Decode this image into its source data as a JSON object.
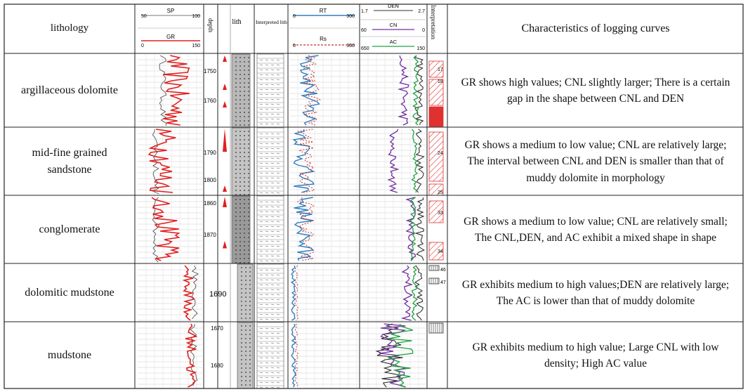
{
  "header": {
    "lithology": "lithology",
    "depth": "depth",
    "lith": "lith",
    "interpreted_lith": "Interpreted lith",
    "interpretation": "Interpretation",
    "characteristics": "Characteristics of logging curves",
    "tracks": {
      "sp": {
        "name": "SP",
        "min": "50",
        "max": "100"
      },
      "gr": {
        "name": "GR",
        "min": "0",
        "max": "150"
      },
      "rt": {
        "name": "RT",
        "min": "0",
        "max": "300"
      },
      "rs": {
        "name": "Rs",
        "min": "0",
        "max": "300"
      },
      "den": {
        "name": "DEN",
        "min": "1.7",
        "max": "2.7"
      },
      "cn": {
        "name": "CN",
        "min": "60",
        "max": "0"
      },
      "ac": {
        "name": "AC",
        "min": "650",
        "max": "150"
      }
    }
  },
  "colors": {
    "gr": "#e02020",
    "sp": "#555555",
    "rt": "#2f7fc0",
    "rs": "#c03030",
    "den": "#222222",
    "cn": "#7030a0",
    "ac": "#20a040",
    "interp_fill": "#e03030"
  },
  "rows": [
    {
      "lithology": "argillaceous dolomite",
      "description": "GR shows high values; CNL slightly larger; There is a certain gap in the shape between CNL and DEN",
      "depths": [
        "1750",
        "1760"
      ],
      "interp_labels": [
        "17",
        "18"
      ]
    },
    {
      "lithology": "mid-fine grained sandstone",
      "description": "GR shows a medium to low value; CNL are relatively large; The interval between CNL and DEN is smaller than that of muddy dolomite in morphology",
      "depths": [
        "1790",
        "1800"
      ],
      "interp_labels": [
        "24",
        "25"
      ]
    },
    {
      "lithology": "conglomerate",
      "description": "GR shows a medium to low value; CNL are relatively small; The CNL,DEN, and AC exhibit a mixed shape in shape",
      "depths": [
        "1860",
        "1870"
      ],
      "interp_labels": [
        "33",
        "34"
      ]
    },
    {
      "lithology": "dolomitic mudstone",
      "description": "GR exhibits medium to high values;DEN are relatively large; The AC is lower than that of muddy dolomite",
      "depths": [
        "1690"
      ],
      "interp_labels": [
        "46",
        "47"
      ]
    },
    {
      "lithology": "mudstone",
      "description": "GR exhibits medium to high value; Large CNL with low density; High AC value",
      "depths": [
        "1670",
        "1680"
      ],
      "interp_labels": []
    }
  ]
}
